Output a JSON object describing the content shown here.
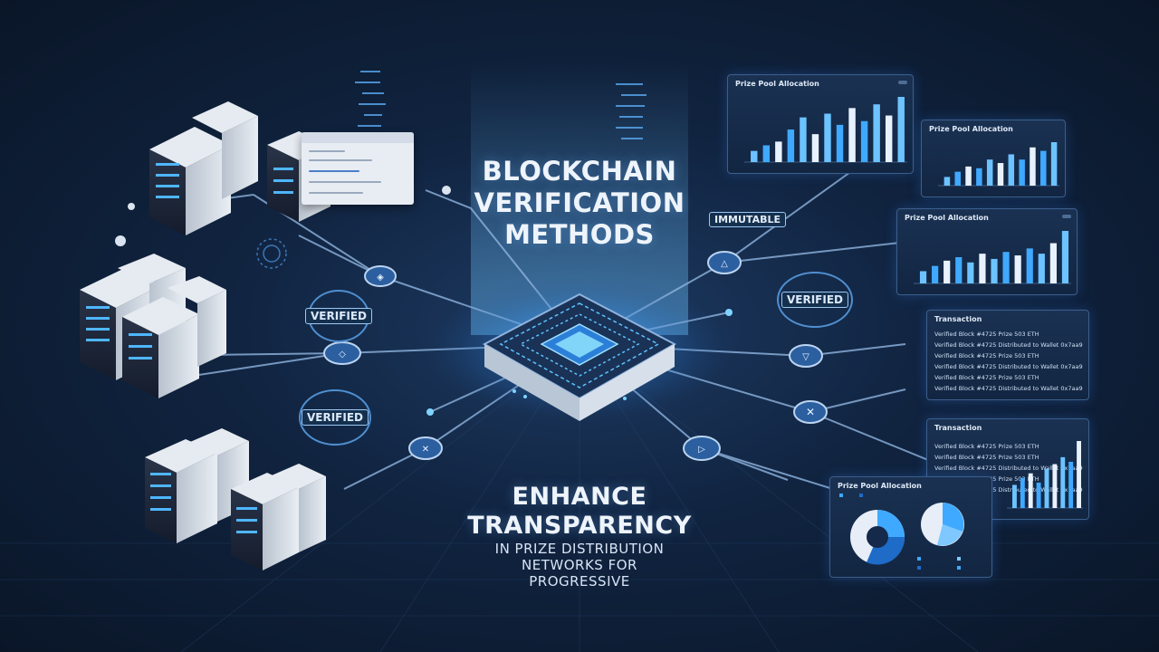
{
  "headline": {
    "title_lines": [
      "BLOCKCHAIN",
      "VERIFICATION",
      "METHODS"
    ],
    "subtitle_lines": [
      "ENHANCE",
      "TRANSPARENCY"
    ],
    "tagline_lines": [
      "IN PRIZE DISTRIBUTION",
      "NETWORKS FOR",
      "PROGRESSIVE"
    ]
  },
  "stamps": {
    "verified_left_top": "VERIFIED",
    "verified_left_bottom": "VERIFIED",
    "verified_right": "VERIFIED",
    "immutable": "IMMUTABLE"
  },
  "panels": {
    "chart_top": {
      "title": "Prize Pool Allocation",
      "values": [
        12,
        18,
        22,
        35,
        48,
        30,
        52,
        40,
        58,
        44,
        62,
        50,
        70
      ]
    },
    "chart_upper_right": {
      "title": "Prize Pool Allocation",
      "values": [
        10,
        16,
        22,
        20,
        30,
        26,
        36,
        30,
        44,
        40,
        50
      ]
    },
    "chart_mid_right": {
      "title": "Prize Pool Allocation",
      "values": [
        14,
        20,
        26,
        30,
        24,
        34,
        28,
        36,
        32,
        40,
        34,
        46,
        60
      ]
    },
    "tx_top": {
      "title": "Transaction",
      "rows": [
        "Verified Block #4725 Prize 503 ETH",
        "Verified Block #4725 Distributed to Wallet 0x7aa9",
        "Verified Block #4725 Prize 503 ETH",
        "Verified Block #4725 Distributed to Wallet 0x7aa9",
        "Verified Block #4725 Prize 503 ETH",
        "Verified Block #4725 Distributed to Wallet 0x7aa9"
      ]
    },
    "tx_bottom": {
      "title": "Transaction",
      "rows": [
        "Verified Block #4725 Prize 503 ETH",
        "Verified Block #4725 Prize 503 ETH",
        "Verified Block #4725 Distributed to Wallet 0x7aa9",
        "Verified Block #4725 Prize 503 ETH",
        "Verified Block #4725 Distributed to Wallet 0x7aa9"
      ],
      "values": [
        20,
        26,
        30,
        22,
        34,
        38,
        44,
        40,
        58
      ]
    },
    "pie_panel": {
      "title": "Prize Pool Allocation"
    }
  },
  "colors": {
    "accent": "#3fa9ff",
    "glow": "#7fd0ff",
    "background": "#0f2038"
  }
}
